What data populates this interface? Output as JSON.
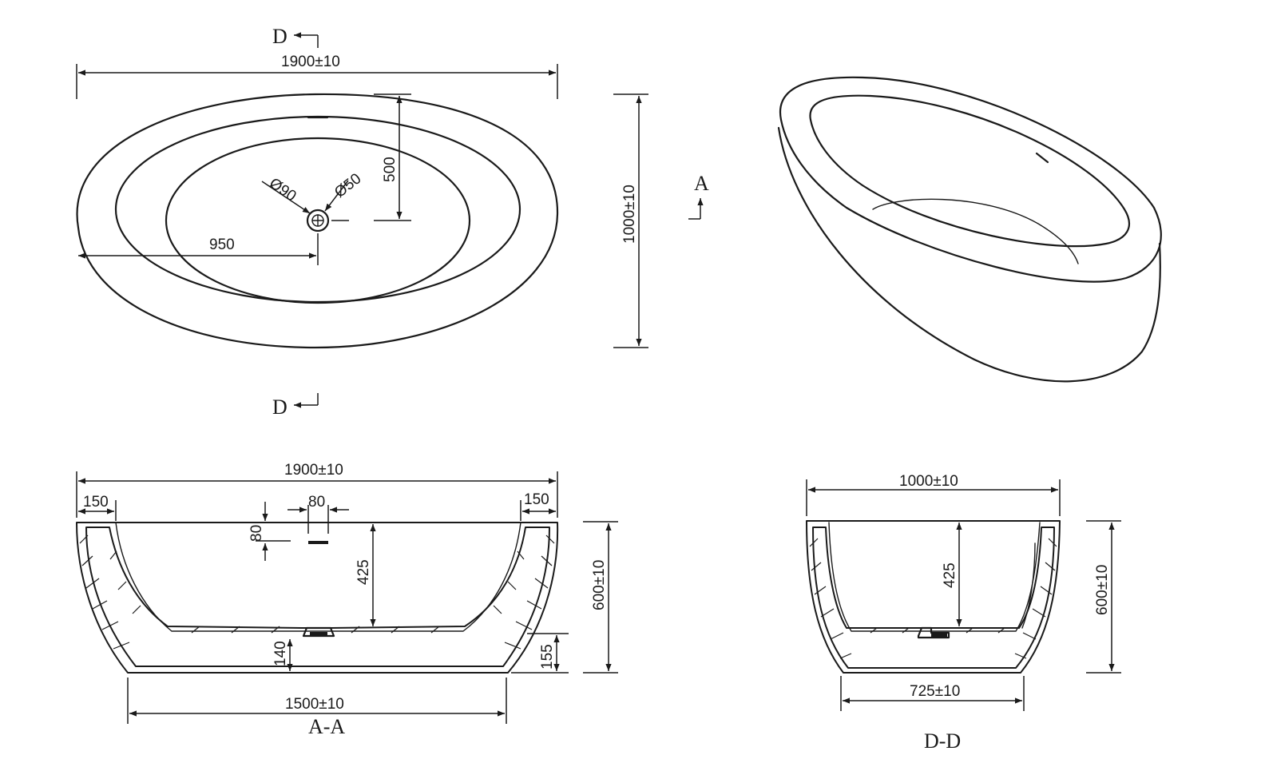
{
  "top_view": {
    "length": "1900±10",
    "width": "1000±10",
    "center_x": "950",
    "center_y": "500",
    "overflow_dia": "Ø90",
    "drain_dia": "Ø50",
    "section_top": "D",
    "section_bottom": "D",
    "section_side": "A"
  },
  "section_aa": {
    "length_top": "1900±10",
    "rim_left": "150",
    "rim_right": "150",
    "overflow_width": "80",
    "overflow_height": "80",
    "inner_depth": "425",
    "total_height": "600±10",
    "floor_thickness": "140",
    "base_height": "155",
    "base_length": "1500±10",
    "label": "A-A"
  },
  "section_dd": {
    "width_top": "1000±10",
    "inner_depth": "425",
    "total_height": "600±10",
    "base_width": "725±10",
    "label": "D-D"
  }
}
